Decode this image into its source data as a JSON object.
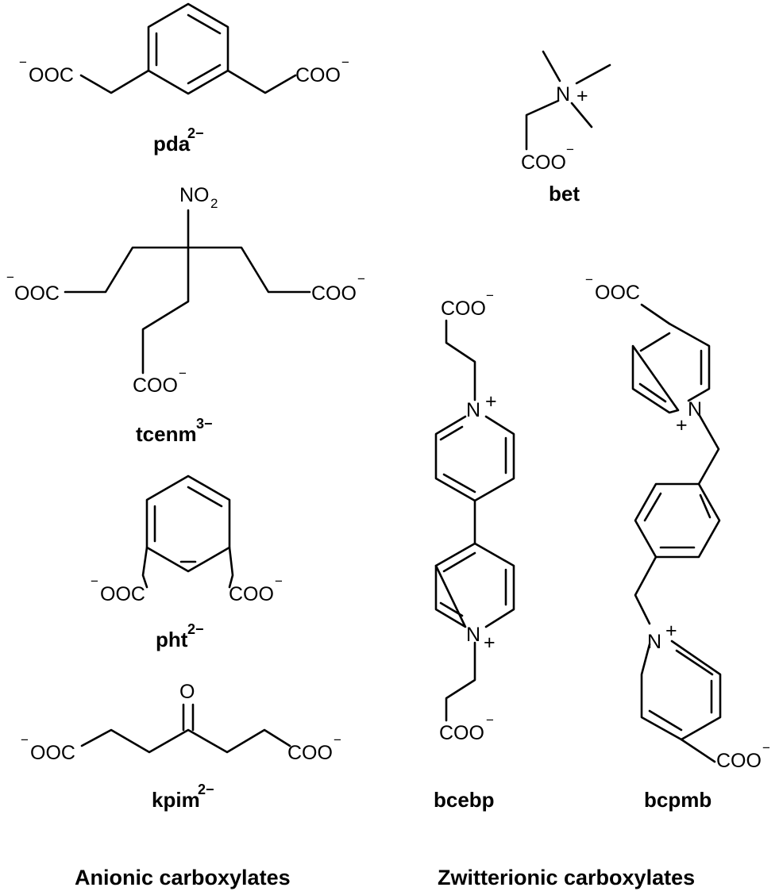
{
  "groups": {
    "anionic": "Anionic carboxylates",
    "zwitterionic": "Zwitterionic carboxylates"
  },
  "charges": {
    "minus": "−",
    "plus": "+"
  },
  "labels": {
    "ooc": "OOC",
    "coo": "COO",
    "n": "N",
    "no": "NO",
    "no_sub": "2",
    "o": "O"
  },
  "compounds": {
    "pda": {
      "name": "pda",
      "charge": "2−"
    },
    "bet": {
      "name": "bet"
    },
    "tcenm": {
      "name": "tcenm",
      "charge": "3−"
    },
    "pht": {
      "name": "pht",
      "charge": "2−"
    },
    "kpim": {
      "name": "kpim",
      "charge": "2−"
    },
    "bcebp": {
      "name": "bcebp"
    },
    "bcpmb": {
      "name": "bcpmb"
    }
  }
}
